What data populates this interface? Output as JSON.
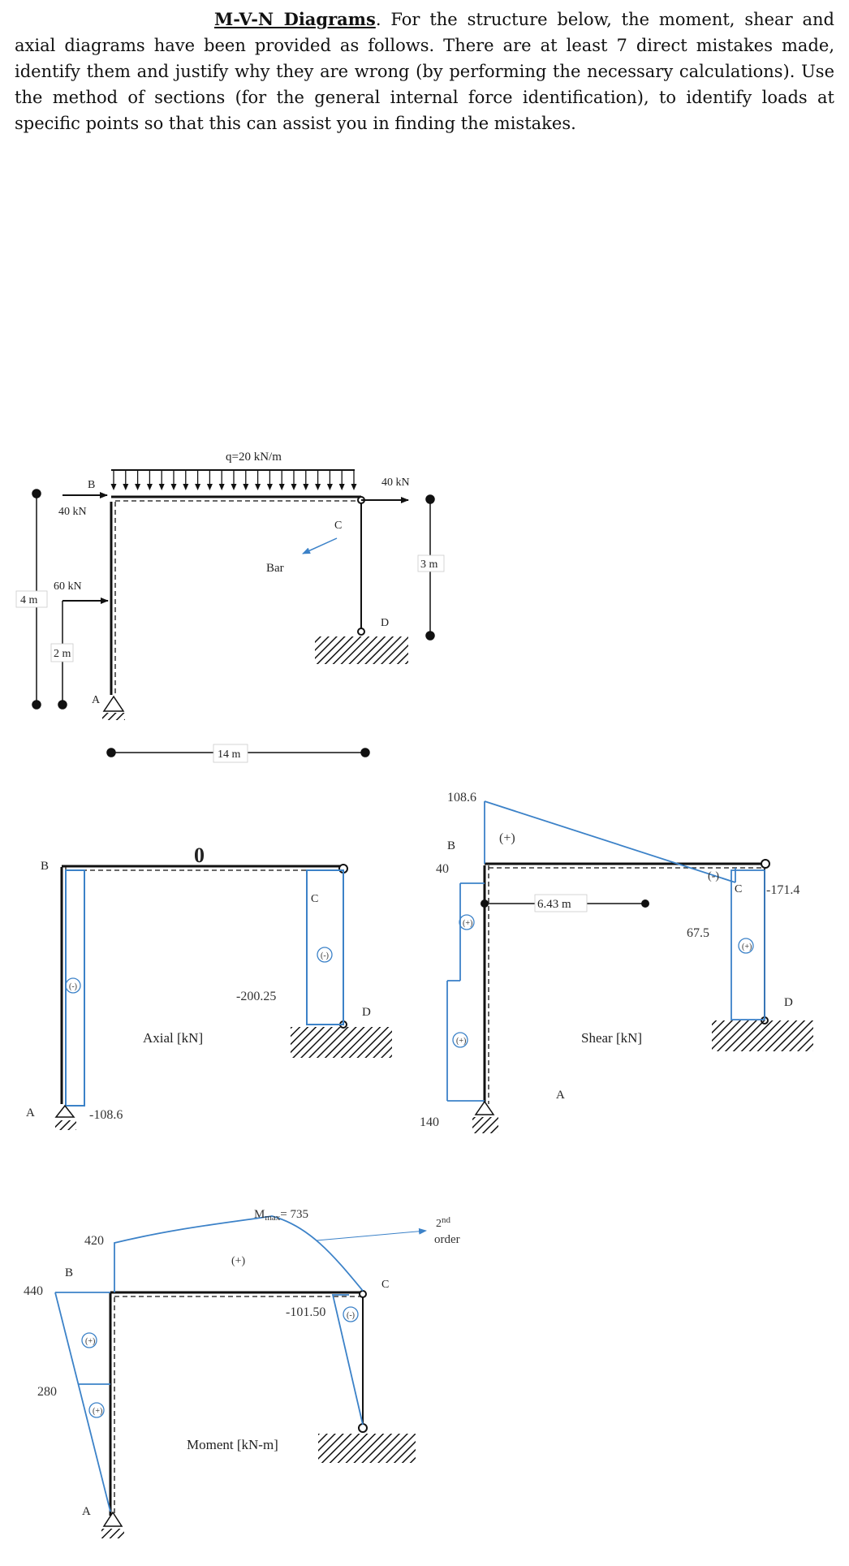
{
  "header": {
    "title": "M-V-N Diagrams",
    "title_punct": ".",
    "intro_first": " For the structure below, the moment, shear",
    "intro_rest": "and axial diagrams have been provided as follows. There are at least 7 direct mistakes made, identify them and justify why they are wrong (by performing the necessary calculations). Use the method of sections (for the general internal force identification), to identify loads at specific points so that this can assist you in finding the mistakes."
  },
  "structure": {
    "load_label": "q=20 kN/m",
    "point_load_b": "40 kN",
    "point_load_c": "40 kN",
    "point_load_60": "60 kN",
    "dim_4m": "4 m",
    "dim_2m": "2 m",
    "dim_3m": "3 m",
    "dim_14m": "14 m",
    "bar_label": "Bar",
    "node_a": "A",
    "node_b": "B",
    "node_c": "C",
    "node_d": "D"
  },
  "axial": {
    "title": "Axial [kN]",
    "beam_value": "0",
    "col_cd_value": "-200.25",
    "col_ab_value": "-108.6",
    "sign_ab": "(-)",
    "sign_cd": "(-)",
    "node_a": "A",
    "node_b": "B",
    "node_c": "C",
    "node_d": "D"
  },
  "shear": {
    "title": "Shear [kN]",
    "value_b_top": "108.6",
    "value_b_col": "40",
    "value_a": "140",
    "value_c_neg": "-171.4",
    "value_col_cd": "67.5",
    "dim_zero": "6.43 m",
    "sign_pos_beam": "(+)",
    "sign_neg_beam": "(-)",
    "sign_pos_col1": "(+)",
    "sign_pos_col2": "(+)",
    "sign_pos_cd": "(+)",
    "node_a": "A",
    "node_b": "B",
    "node_c": "C",
    "node_d": "D"
  },
  "moment": {
    "title": "Moment [kN-m]",
    "mmax_prefix": "M",
    "mmax_sub": "max",
    "mmax_value": "= 735",
    "value_420": "420",
    "value_440": "440",
    "value_280": "280",
    "value_c": "-101.50",
    "order_sup": "nd",
    "order_num": "2",
    "order_word": "order",
    "sign_pos_beam": "(+)",
    "sign_pos_col1": "(+)",
    "sign_pos_col2": "(+)",
    "sign_neg_cd": "(-)",
    "node_a": "A",
    "node_b": "B",
    "node_c": "C"
  },
  "colors": {
    "diagram": "#3c82c8",
    "structure": "#111111"
  }
}
